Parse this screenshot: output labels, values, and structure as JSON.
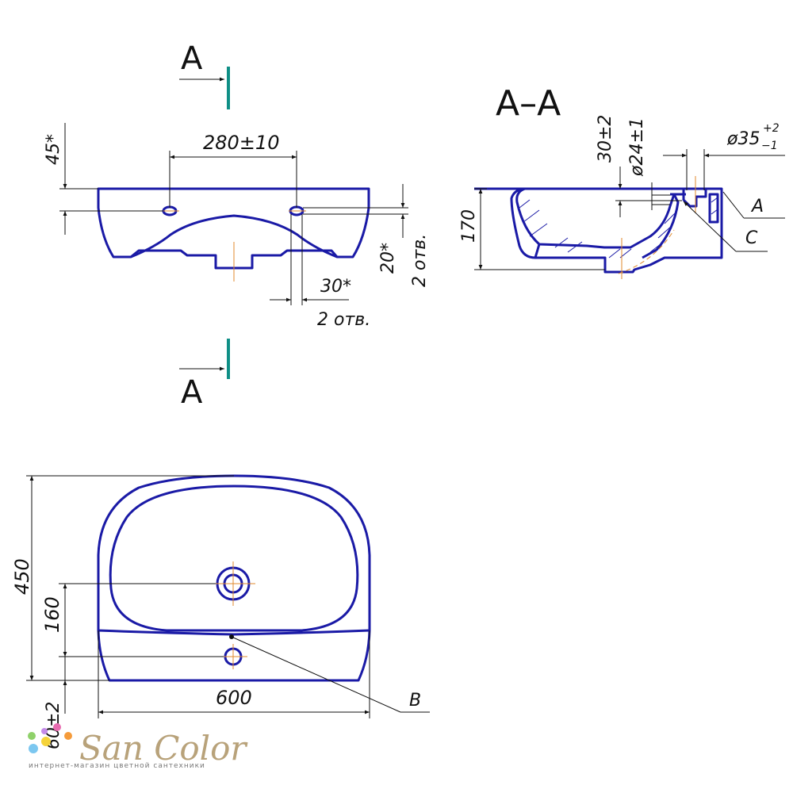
{
  "section_marks": {
    "top_label": "A",
    "bottom_label": "A",
    "section_title": "A–A"
  },
  "front_view": {
    "dim_45": "45*",
    "dim_280": "280±10",
    "dim_20": "20*",
    "dim_2otv_vert": "2 отв.",
    "dim_30": "30*",
    "dim_2otv_horiz": "2 отв."
  },
  "section_view": {
    "dim_30pm2": "30±2",
    "dim_d24": "ø24±1",
    "dim_d35": "ø35",
    "dim_d35_tol_up": "+2",
    "dim_d35_tol_low": "−1",
    "dim_170": "170",
    "callout_A": "A",
    "callout_C": "C"
  },
  "plan_view": {
    "dim_450": "450",
    "dim_160": "160",
    "dim_600": "600",
    "dim_60": "60±2",
    "callout_B": "B"
  },
  "logo": {
    "name": "San Color",
    "tagline": "интернет-магазин цветной сантехники",
    "dot_colors": [
      "#f5d33a",
      "#7cc7f0",
      "#e86bb0",
      "#8fd16a",
      "#f59b3a",
      "#c48ae8"
    ]
  },
  "colors": {
    "outline": "#1a1aa6",
    "axis": "#e08a2c",
    "cut_mark": "#0f8f86"
  }
}
